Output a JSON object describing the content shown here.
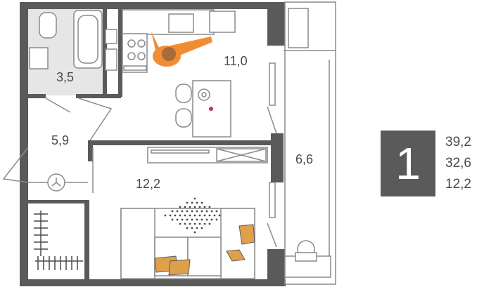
{
  "rooms": {
    "bathroom_area": "3,5",
    "kitchen_area": "11,0",
    "hall_area": "5,9",
    "living_area": "12,2",
    "balcony_area": "6,6"
  },
  "summary": {
    "rooms_count": "1",
    "total_area": "39,2",
    "living_area": "32,6",
    "kitchen_area": "12,2"
  },
  "colors": {
    "wall": "#5a5a5a",
    "accent": "#f28c33",
    "furniture_outline": "#8a8a8a",
    "tile": "#e6e6e6"
  }
}
